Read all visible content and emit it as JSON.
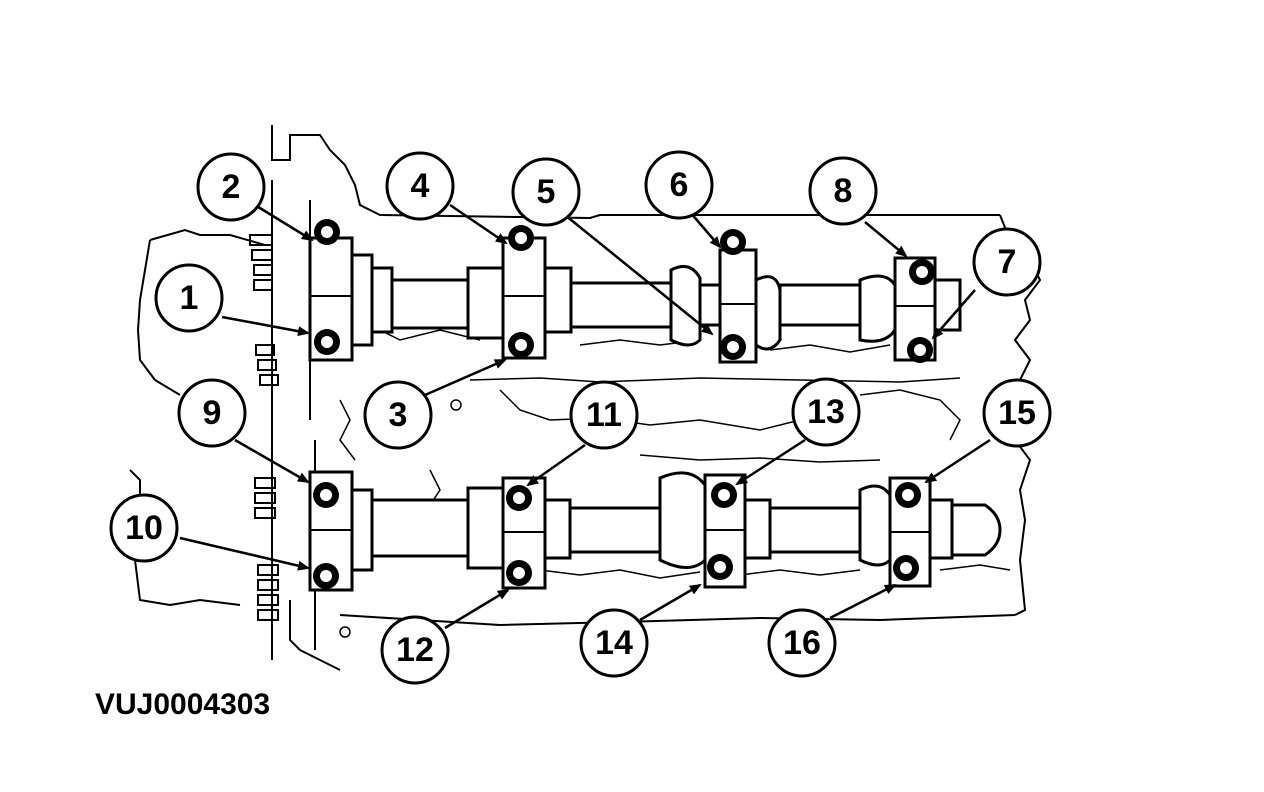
{
  "figure": {
    "id_label": "VUJ0004303"
  },
  "callouts": [
    {
      "label": "1"
    },
    {
      "label": "2"
    },
    {
      "label": "3"
    },
    {
      "label": "4"
    },
    {
      "label": "5"
    },
    {
      "label": "6"
    },
    {
      "label": "7"
    },
    {
      "label": "8"
    },
    {
      "label": "9"
    },
    {
      "label": "10"
    },
    {
      "label": "11"
    },
    {
      "label": "12"
    },
    {
      "label": "13"
    },
    {
      "label": "14"
    },
    {
      "label": "15"
    },
    {
      "label": "16"
    }
  ],
  "colors": {
    "ink": "#000000",
    "paper": "#ffffff"
  }
}
